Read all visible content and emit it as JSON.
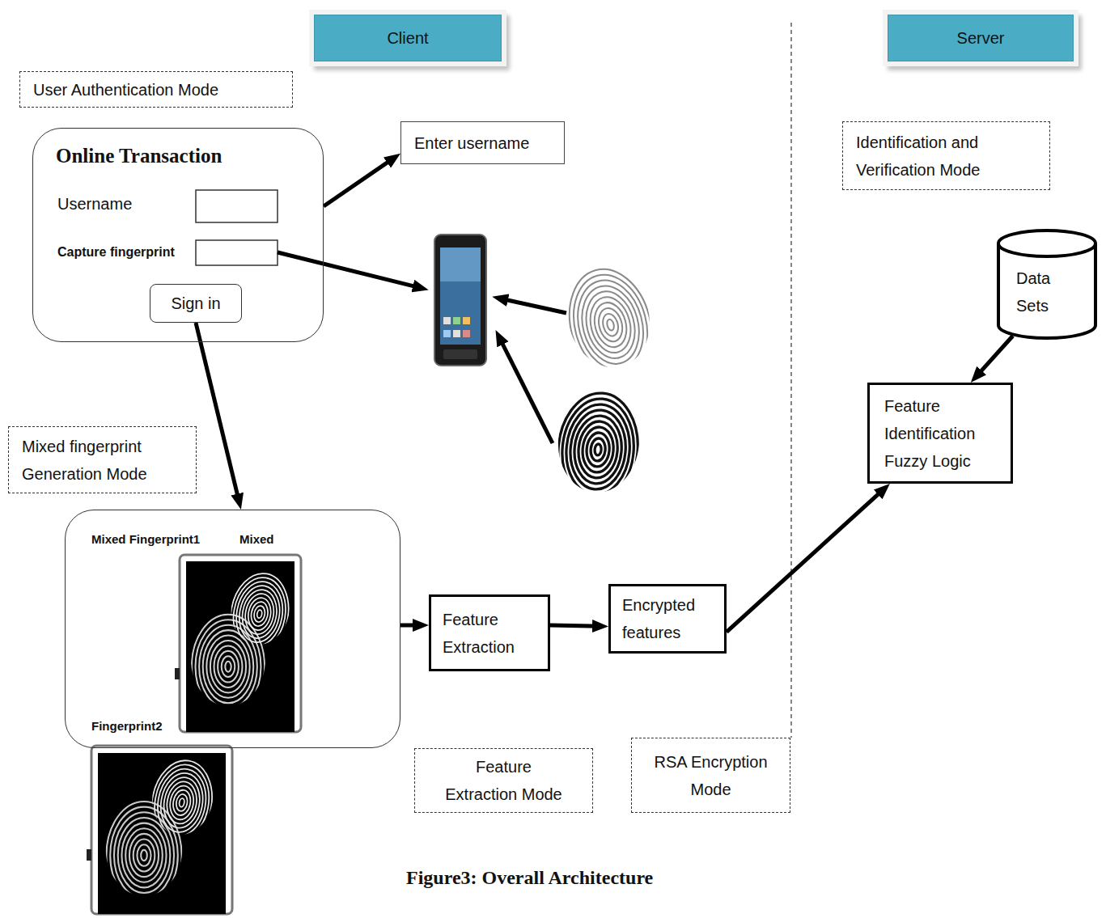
{
  "diagram": {
    "caption": "Figure3: Overall Architecture",
    "nodes": [
      {
        "text": [
          "Client"
        ]
      },
      {
        "text": [
          "Server"
        ]
      },
      {
        "text": [
          "User Authentication Mode"
        ]
      },
      {
        "text": [
          "Online Transaction",
          "Username",
          "Capture fingerprint"
        ]
      },
      {
        "text": [
          "Sign in"
        ],
        "in": 3
      },
      {
        "text": [
          "Enter username"
        ]
      },
      {
        "text": [
          "Identification and Verification Mode"
        ]
      },
      {
        "text": [
          "Data Sets"
        ]
      },
      {
        "text": [
          "Feature Identification Fuzzy Logic"
        ]
      },
      {
        "text": [
          "Mixed fingerprint Generation Mode"
        ]
      },
      {
        "text": [
          "Mixed Fingerprint1",
          "Mixed",
          "Fingerprint2"
        ]
      },
      {
        "text": [
          "Feature Extraction"
        ]
      },
      {
        "text": [
          "Encrypted features"
        ]
      },
      {
        "text": [
          "Feature Extraction Mode"
        ]
      },
      {
        "text": [
          "RSA Encryption Mode"
        ]
      }
    ],
    "edges": [
      {
        "from": 3,
        "to": 5,
        "arrow": "to"
      },
      {
        "from": 4,
        "to": 10,
        "arrow": "to"
      },
      {
        "from": 10,
        "to": 11,
        "arrow": "to"
      },
      {
        "from": 11,
        "to": 12,
        "arrow": "to"
      },
      {
        "from": 12,
        "to": 8,
        "arrow": "to"
      },
      {
        "from": 7,
        "to": 8,
        "arrow": "to"
      }
    ]
  }
}
